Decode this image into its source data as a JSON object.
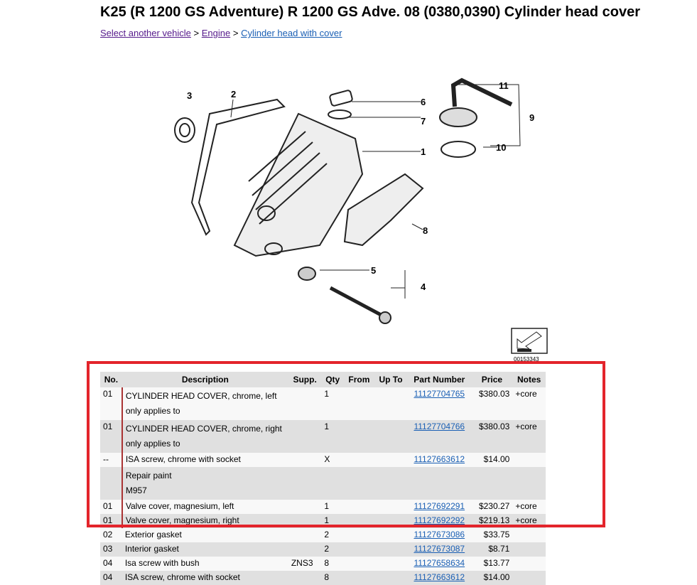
{
  "title": "K25 (R 1200 GS Adventure) R 1200 GS Adve. 08 (0380,0390) Cylinder head cover",
  "breadcrumb": {
    "items": [
      "Select another vehicle",
      "Engine",
      "Cylinder head with cover"
    ],
    "separator": ">"
  },
  "diagram": {
    "callouts": [
      "1",
      "2",
      "3",
      "4",
      "5",
      "6",
      "7",
      "8",
      "9",
      "10",
      "11"
    ],
    "image_number": "00153343"
  },
  "table": {
    "headers": [
      "No.",
      "Description",
      "Supp.",
      "Qty",
      "From",
      "Up To",
      "Part Number",
      "Price",
      "Notes"
    ],
    "rows": [
      {
        "no": "01",
        "desc": "CYLINDER HEAD COVER, chrome, left",
        "sub": "only applies to",
        "supp": "",
        "qty": "1",
        "part": "11127704765",
        "price": "$380.03",
        "notes": "+core"
      },
      {
        "no": "01",
        "desc": "CYLINDER HEAD COVER, chrome, right",
        "sub": "only applies to",
        "supp": "",
        "qty": "1",
        "part": "11127704766",
        "price": "$380.03",
        "notes": "+core"
      },
      {
        "no": "--",
        "desc": "ISA screw, chrome with socket",
        "sub": "",
        "supp": "",
        "qty": "X",
        "part": "11127663612",
        "price": "$14.00",
        "notes": ""
      },
      {
        "no": "",
        "desc": "Repair paint",
        "sub": "M957",
        "supp": "",
        "qty": "",
        "part": "",
        "price": "",
        "notes": ""
      },
      {
        "no": "01",
        "desc": "Valve cover, magnesium, left",
        "sub": "",
        "supp": "",
        "qty": "1",
        "part": "11127692291",
        "price": "$230.27",
        "notes": "+core"
      },
      {
        "no": "01",
        "desc": "Valve cover, magnesium, right",
        "sub": "",
        "supp": "",
        "qty": "1",
        "part": "11127692292",
        "price": "$219.13",
        "notes": "+core"
      },
      {
        "no": "02",
        "desc": "Exterior gasket",
        "sub": "",
        "supp": "",
        "qty": "2",
        "part": "11127673086",
        "price": "$33.75",
        "notes": ""
      },
      {
        "no": "03",
        "desc": "Interior gasket",
        "sub": "",
        "supp": "",
        "qty": "2",
        "part": "11127673087",
        "price": "$8.71",
        "notes": ""
      },
      {
        "no": "04",
        "desc": "Isa screw with bush",
        "sub": "",
        "supp": "ZNS3",
        "qty": "8",
        "part": "11127658634",
        "price": "$13.77",
        "notes": ""
      },
      {
        "no": "04",
        "desc": "ISA screw, chrome with socket",
        "sub": "",
        "supp": "",
        "qty": "8",
        "part": "11127663612",
        "price": "$14.00",
        "notes": ""
      }
    ]
  },
  "colors": {
    "highlight_box": "#e3242b",
    "link": "#1a5fb4",
    "visited_link": "#551a8b"
  }
}
